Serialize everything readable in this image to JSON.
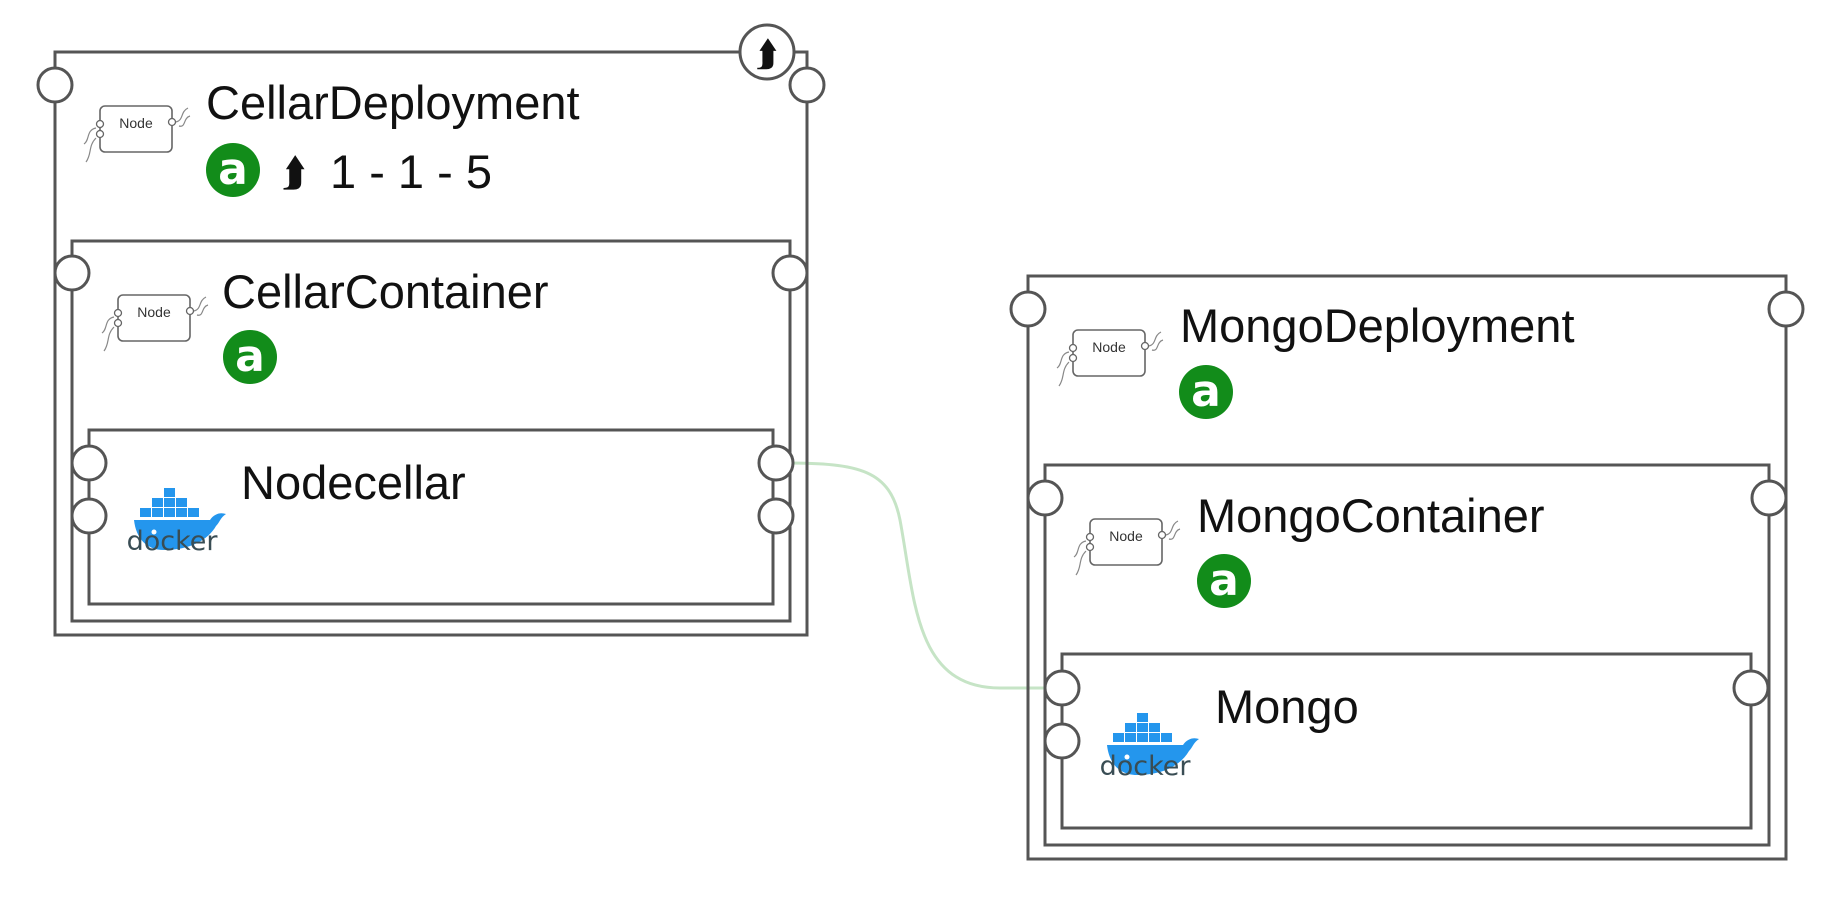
{
  "colors": {
    "box_stroke": "#555555",
    "port_stroke": "#555555",
    "badge_green": "#128c1a",
    "link": "#c6e4c6",
    "docker_blue": "#2496ed",
    "docker_text": "#394d54"
  },
  "icons": {
    "node_type": "node-type-icon",
    "status_badge": "app-status-badge-icon",
    "docker": "docker-whale-icon",
    "scale": "scale-up-arrow-icon"
  },
  "node_icon_label": "Node",
  "badge_letter": "a",
  "docker_label": "docker",
  "scale_symbol": "⮭",
  "cellar": {
    "deployment": {
      "title": "CellarDeployment",
      "scale": "1 - 1 - 5"
    },
    "container": {
      "title": "CellarContainer"
    },
    "app": {
      "title": "Nodecellar"
    }
  },
  "mongo": {
    "deployment": {
      "title": "MongoDeployment"
    },
    "container": {
      "title": "MongoContainer"
    },
    "app": {
      "title": "Mongo"
    }
  }
}
